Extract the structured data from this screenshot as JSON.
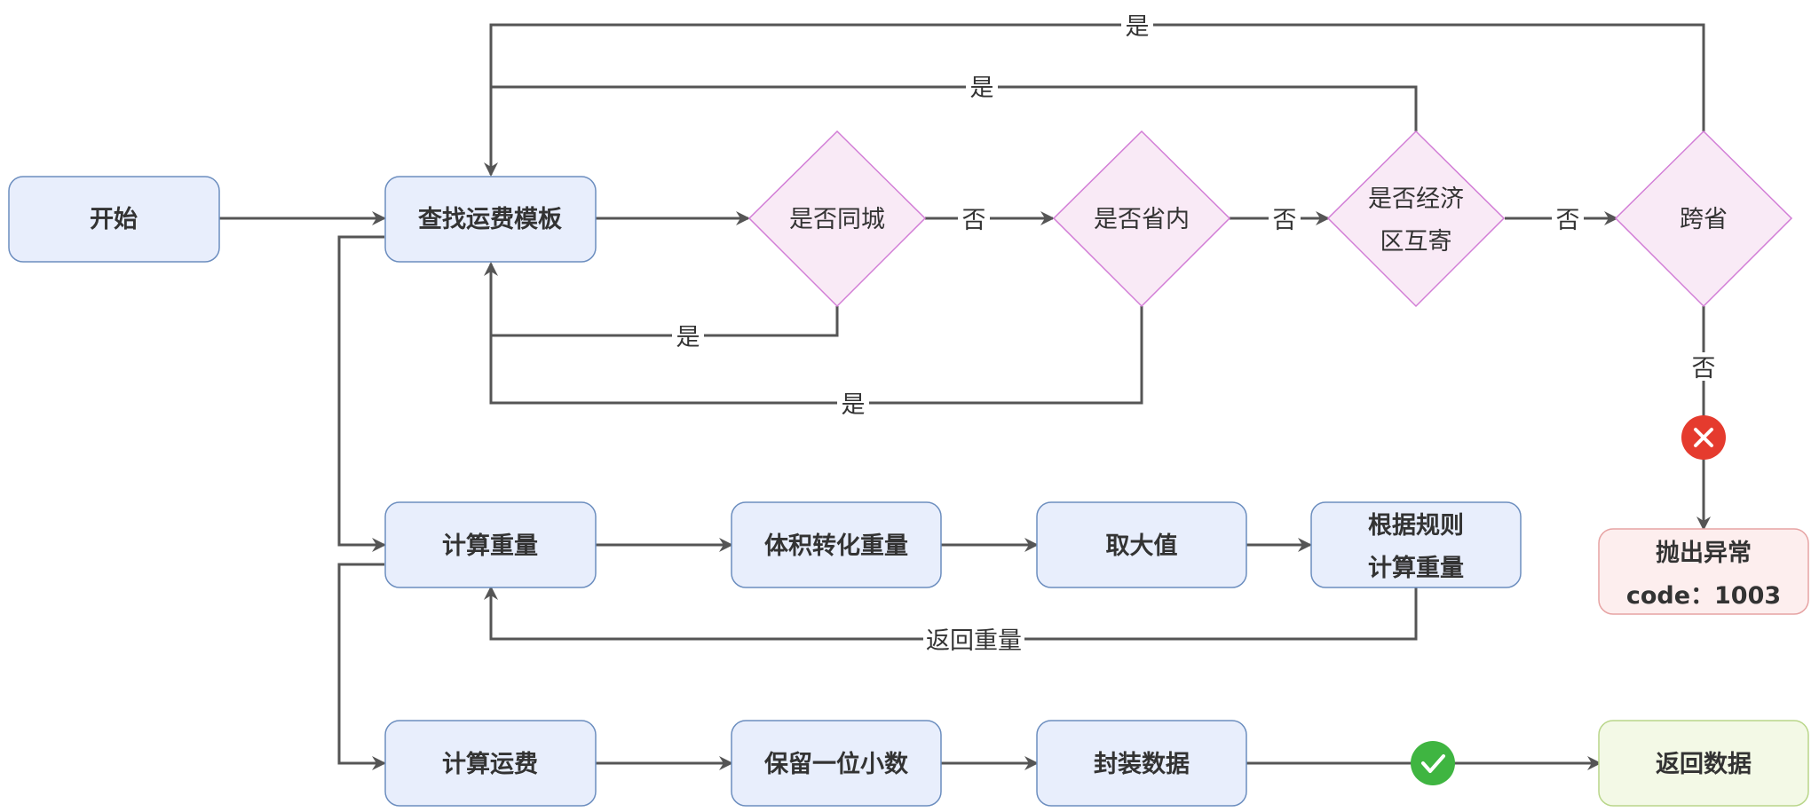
{
  "nodes": {
    "start": {
      "label": "开始"
    },
    "find_template": {
      "label": "查找运费模板"
    },
    "same_city": {
      "label": "是否同城"
    },
    "same_province": {
      "label": "是否省内"
    },
    "economic_zone": {
      "line1": "是否经济",
      "line2": "区互寄"
    },
    "cross_province": {
      "label": "跨省"
    },
    "calc_weight": {
      "label": "计算重量"
    },
    "volume_weight": {
      "label": "体积转化重量"
    },
    "take_max": {
      "label": "取大值"
    },
    "rule_weight": {
      "line1": "根据规则",
      "line2": "计算重量"
    },
    "throw_error": {
      "line1": "抛出异常",
      "line2": "code：1003"
    },
    "calc_fee": {
      "label": "计算运费"
    },
    "keep_decimal": {
      "label": "保留一位小数"
    },
    "package_data": {
      "label": "封装数据"
    },
    "return_data": {
      "label": "返回数据"
    }
  },
  "edge_labels": {
    "same_city_no": "否",
    "same_province_no": "否",
    "economic_zone_no": "否",
    "cross_province_no": "否",
    "same_city_yes": "是",
    "same_province_yes": "是",
    "economic_zone_yes": "是",
    "cross_province_yes": "是",
    "return_weight": "返回重量"
  },
  "colors": {
    "process_fill": "#e8eefc",
    "process_stroke": "#6c8ebf",
    "decision_fill": "#f9eaf6",
    "decision_stroke": "#d27dd6",
    "error_fill": "#fdeeee",
    "error_stroke": "#e6a3a3",
    "success_fill": "#f3f9e6",
    "success_stroke": "#b9d68a",
    "error_icon": "#e53b2e",
    "success_icon": "#3fb541",
    "edge": "#555555"
  },
  "icons": {
    "error": "x-circle-icon",
    "success": "check-circle-icon"
  }
}
